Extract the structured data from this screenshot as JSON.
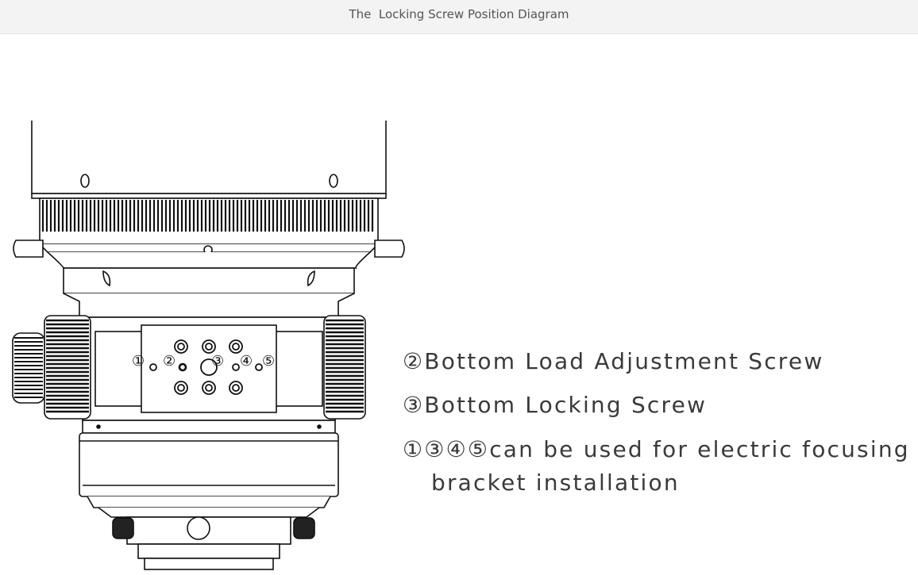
{
  "header": {
    "title": "The  Locking Screw Position Diagram"
  },
  "diagram": {
    "callouts": [
      "①",
      "②",
      "③",
      "④",
      "⑤"
    ],
    "legend": {
      "item_2": "②Bottom Load Adjustment Screw",
      "item_3": "③Bottom Locking Screw",
      "item_1345_line1": "①③④⑤can be used for electric focusing",
      "item_1345_line2": "bracket installation"
    }
  }
}
